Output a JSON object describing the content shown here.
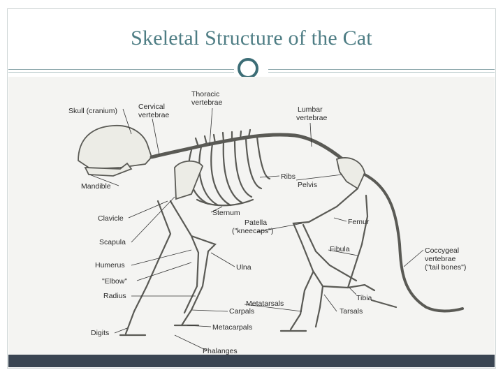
{
  "slide": {
    "title": "Skeletal Structure of the Cat"
  },
  "diagram": {
    "labels": {
      "skull": "Skull (cranium)",
      "cervical": [
        "Cervical",
        "vertebrae"
      ],
      "thoracic": [
        "Thoracic",
        "vertebrae"
      ],
      "lumbar": [
        "Lumbar",
        "vertebrae"
      ],
      "mandible": "Mandible",
      "ribs": "Ribs",
      "pelvis": "Pelvis",
      "sternum": "Sternum",
      "clavicle": "Clavicle",
      "femur": "Femur",
      "patella": [
        "Patella",
        "(\"kneecaps\")"
      ],
      "scapula": "Scapula",
      "fibula": "Fibula",
      "coccygeal": [
        "Coccygeal",
        "vertebrae",
        "(\"tail bones\")"
      ],
      "humerus": "Humerus",
      "ulna": "Ulna",
      "elbow": "\"Elbow\"",
      "radius": "Radius",
      "tibia": "Tibia",
      "metatarsals": "Metatarsals",
      "carpals": "Carpals",
      "tarsals": "Tarsals",
      "digits": "Digits",
      "metacarpals": "Metacarpals",
      "phalanges": "Phalanges"
    }
  },
  "colors": {
    "title": "#4e7d84",
    "accent_ring": "#3c6d76",
    "footer_bar": "#3a4552"
  }
}
